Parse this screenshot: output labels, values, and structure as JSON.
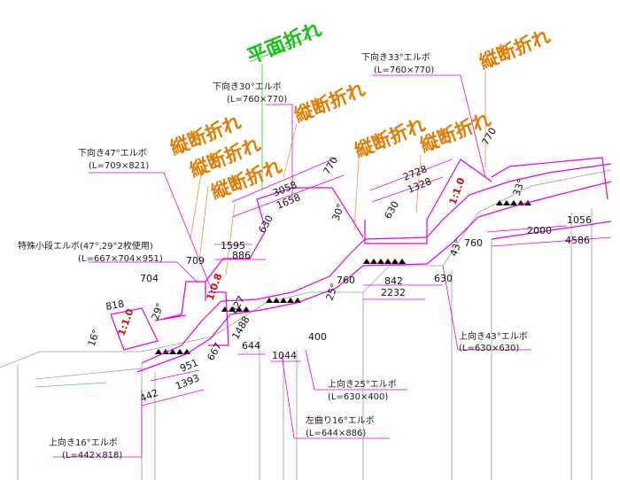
{
  "headings": {
    "plan_bend": "平面折れ",
    "vertical_bend": "縦断折れ"
  },
  "elbows": {
    "down47": {
      "title": "下向き47°エルボ",
      "size": "(L=709×821)"
    },
    "down30": {
      "title": "下向き30°エルボ",
      "size": "(L=760×770)"
    },
    "down33": {
      "title": "下向き33°エルボ",
      "size": "(L=760×770)"
    },
    "special": {
      "title": "特殊小段エルボ(47°,29°2枚使用)",
      "size": "(L=667×704×951)"
    },
    "up43": {
      "title": "上向き43°エルボ",
      "size": "(L=630×630)"
    },
    "up25": {
      "title": "上向き25°エルボ",
      "size": "(L=630×400)"
    },
    "left16": {
      "title": "左曲り16°エルボ",
      "size": "(L=644×886)"
    },
    "up16": {
      "title": "上向き16°エルボ",
      "size": "(L=442×818)"
    }
  },
  "dimensions": {
    "d3058": "3058",
    "d1658": "1658",
    "d770a": "770",
    "d630a": "630",
    "d1595": "1595",
    "d886": "886",
    "d709": "709",
    "d704": "704",
    "d818": "818",
    "d2728": "2728",
    "d1328": "1328",
    "d770b": "770",
    "d630b": "630",
    "d760a": "760",
    "d842": "842",
    "d2232": "2232",
    "d630c": "630",
    "d760b": "760",
    "d2000": "2000",
    "d1056": "1056",
    "d4586": "4586",
    "d644": "644",
    "d1044": "1044",
    "d400": "400",
    "d1488": "1488",
    "d827": "827",
    "d667": "667",
    "d951": "951",
    "d1393": "1393",
    "d442": "442"
  },
  "angles": {
    "a16": "16°",
    "a29": "29°",
    "a30": "30°",
    "a25": "25°",
    "a43": "43°",
    "a33": "33°"
  },
  "slopes": {
    "s1": "1:1.0",
    "s2": "1:0.8",
    "s3": "1:1.0"
  },
  "colors": {
    "magenta": "#e000e0",
    "orange": "#e07b00",
    "green": "#18c018",
    "red": "#d01010"
  }
}
